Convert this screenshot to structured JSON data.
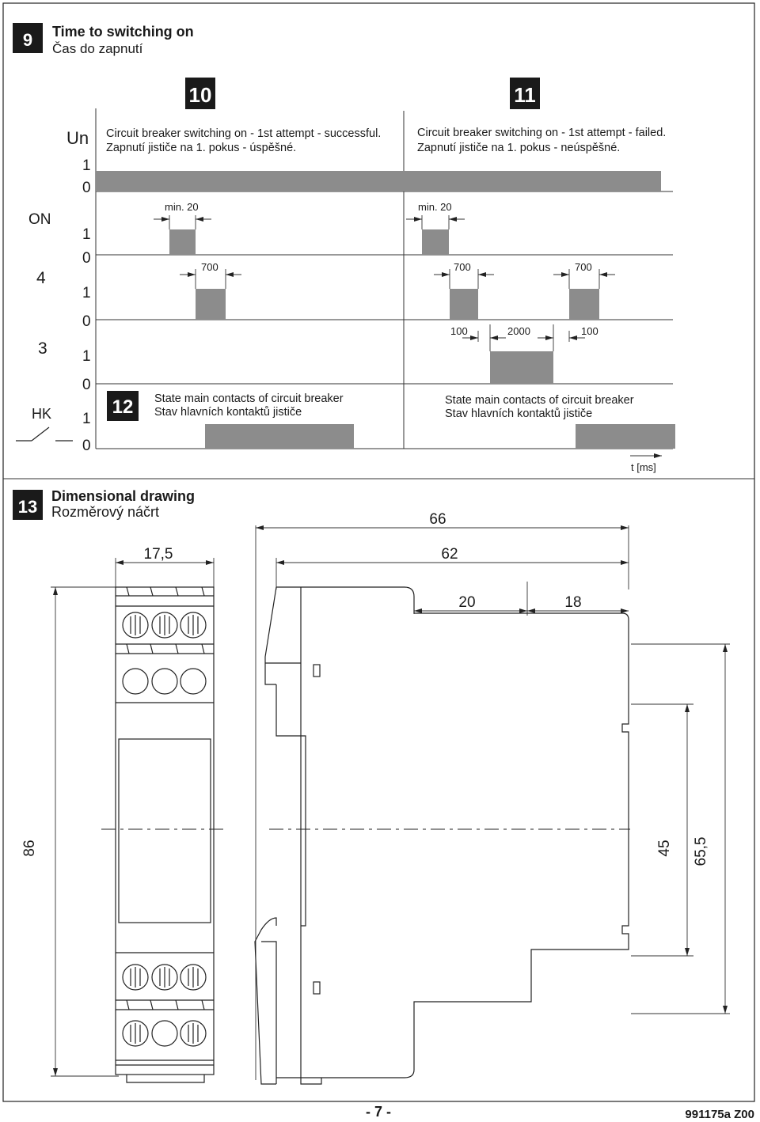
{
  "section9": {
    "number": "9",
    "title_en": "Time to switching on",
    "title_cz": "Čas do zapnutí"
  },
  "badges": {
    "b10": "10",
    "b11": "11",
    "b12": "12"
  },
  "rows": {
    "un": "Un",
    "on": "ON",
    "four": "4",
    "three": "3",
    "hk": "HK",
    "v1": "1",
    "v0": "0"
  },
  "panel10": {
    "caption_en": "Circuit breaker switching on - 1st attempt - successful.",
    "caption_cz": "Zapnutí jističe na 1. pokus - úspěšné.",
    "min_label": "min. 20",
    "t700": "700",
    "state_en": "State main contacts of circuit breaker",
    "state_cz": "Stav hlavních kontaktů jističe"
  },
  "panel11": {
    "caption_en": "Circuit breaker switching on - 1st attempt - failed.",
    "caption_cz": "Zapnutí jističe na 1. pokus - neúspěšné.",
    "min_label": "min. 20",
    "t700a": "700",
    "t700b": "700",
    "t100a": "100",
    "t2000": "2000",
    "t100b": "100",
    "state_en": "State main contacts of circuit breaker",
    "state_cz": "Stav hlavních kontaktů jističe",
    "time_axis": "t [ms]"
  },
  "section13": {
    "number": "13",
    "title_en": "Dimensional drawing",
    "title_cz": "Rozměrový  náčrt"
  },
  "dimensions": {
    "d66": "66",
    "d62": "62",
    "d175": "17,5",
    "d20": "20",
    "d18": "18",
    "d86": "86",
    "d45": "45",
    "d655": "65,5"
  },
  "footer": {
    "page": "- 7 -",
    "code": "991175a  Z00"
  }
}
